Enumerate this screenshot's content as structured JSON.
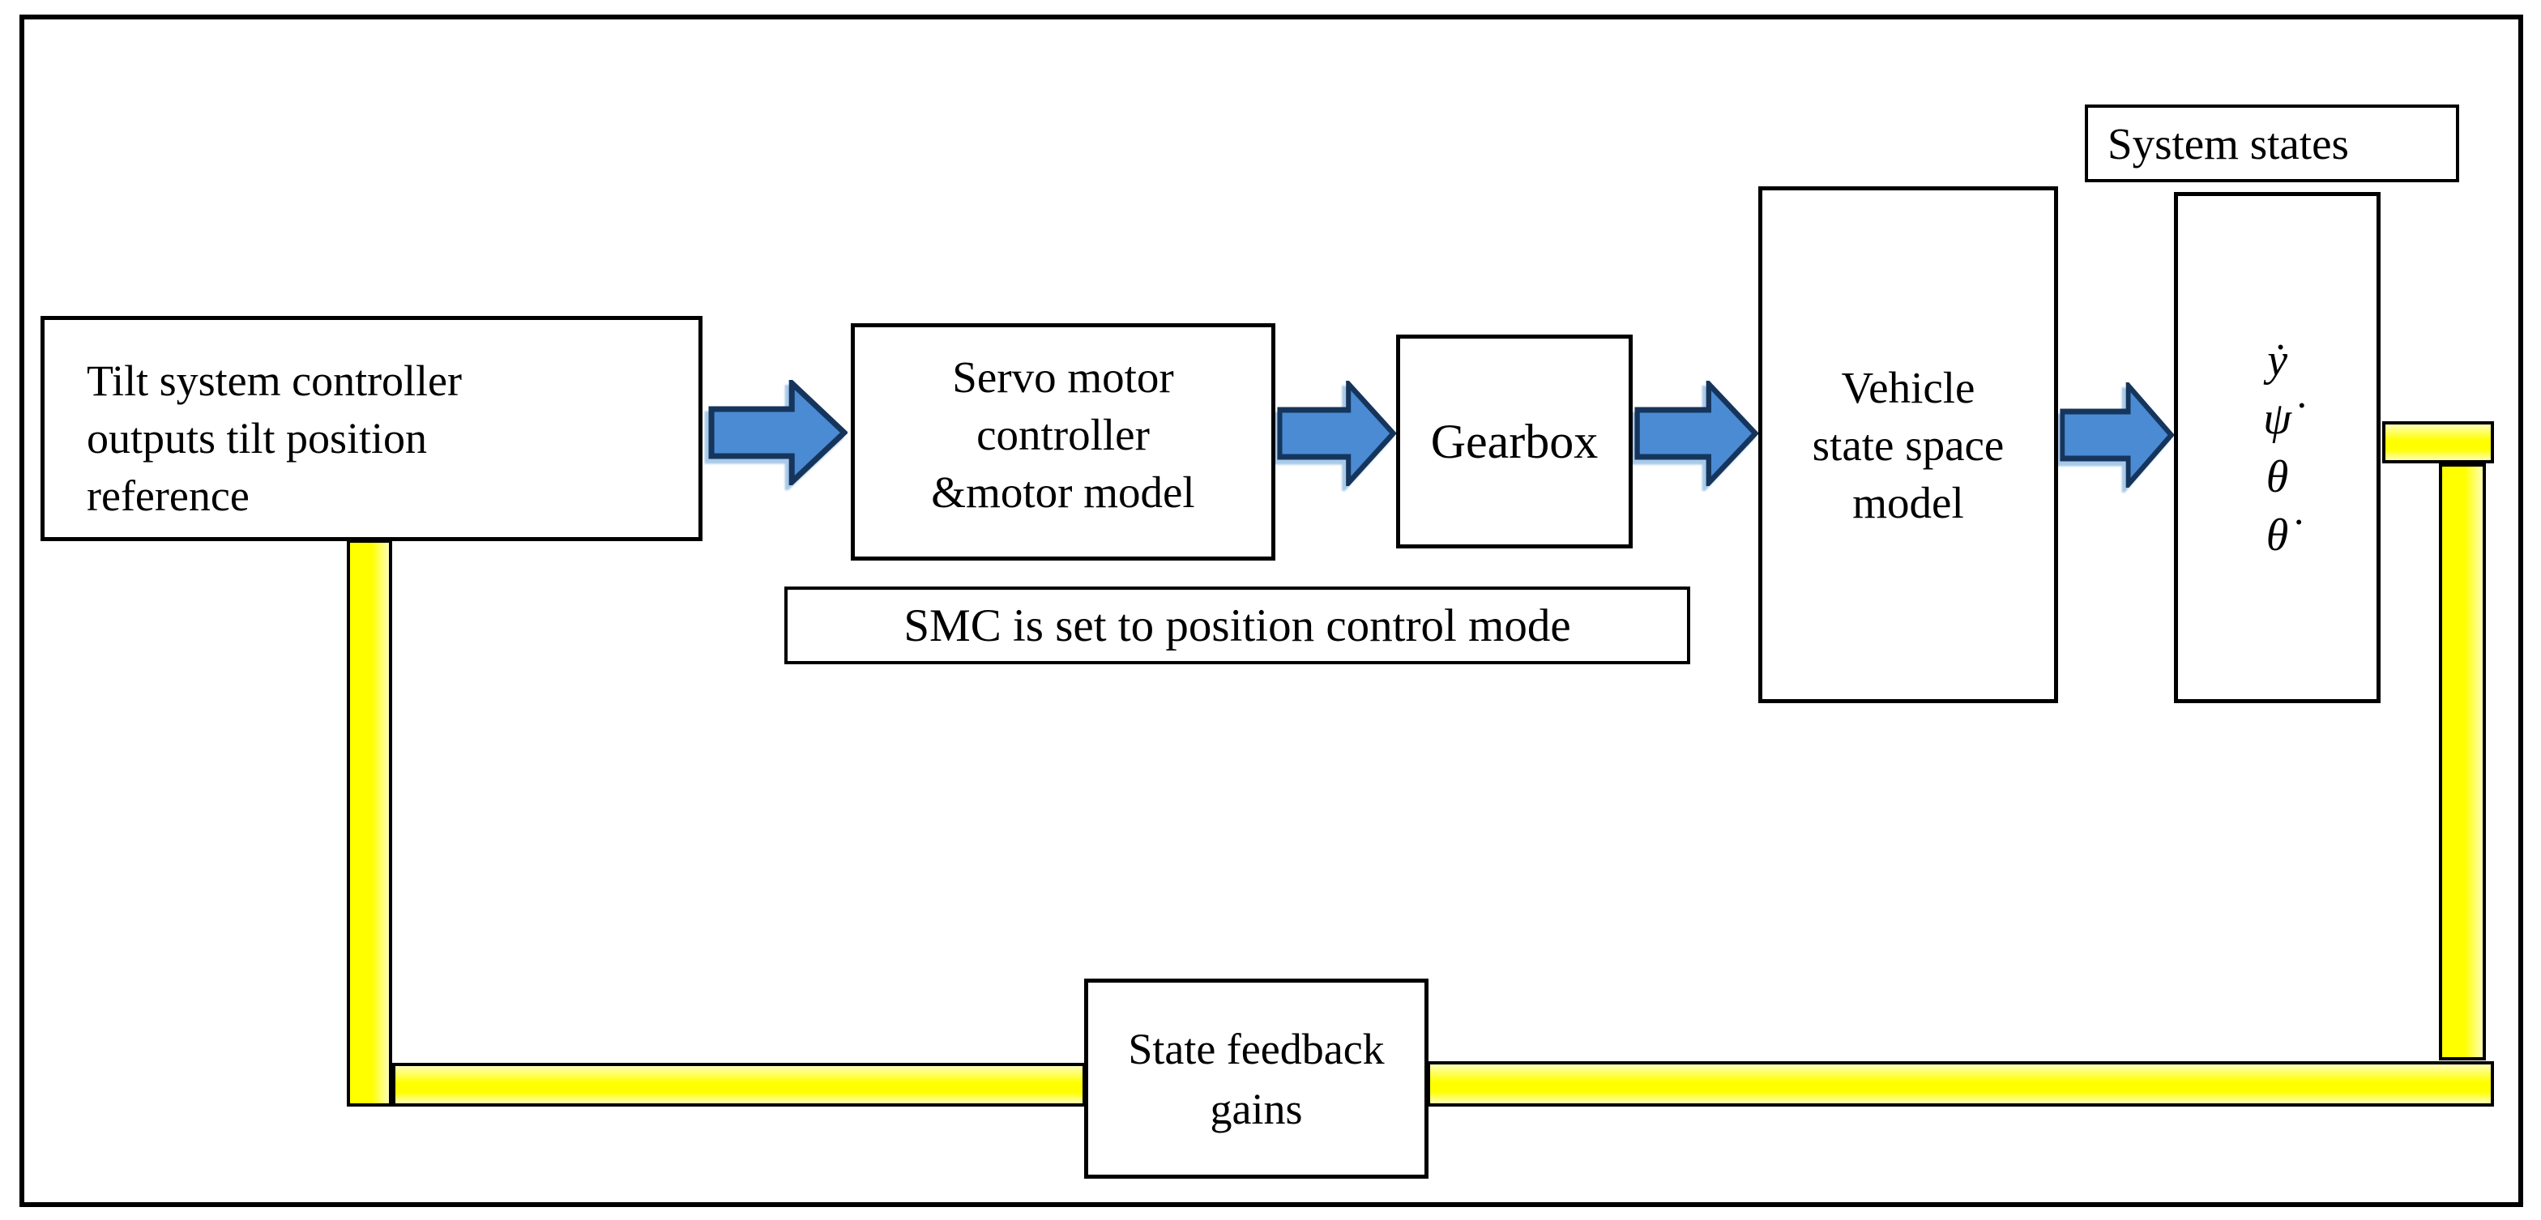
{
  "figure": {
    "title_label": "System states",
    "boxes": {
      "tilt_controller": {
        "lines": [
          "Tilt system controller",
          "outputs tilt position",
          "reference"
        ]
      },
      "servo": {
        "lines": [
          "Servo motor",
          "controller",
          "&motor model"
        ]
      },
      "gearbox": {
        "label": "Gearbox"
      },
      "vehicle": {
        "lines": [
          "Vehicle",
          "state space",
          "model"
        ]
      },
      "states": {
        "symbols": [
          "ẏ",
          "ψ̇",
          "θ",
          "θ̇"
        ]
      },
      "smc_note": {
        "label": "SMC is set to position control mode"
      },
      "feedback": {
        "lines": [
          "State feedback",
          "gains"
        ]
      }
    }
  },
  "colors": {
    "arrow_fill": "#4a8bd3",
    "arrow_stroke": "#16355c",
    "arrow_glow": "#a8c9e8",
    "yellow": "#ffff00",
    "yellow_light": "#ffffb8",
    "line": "#000000",
    "background": "#ffffff"
  }
}
